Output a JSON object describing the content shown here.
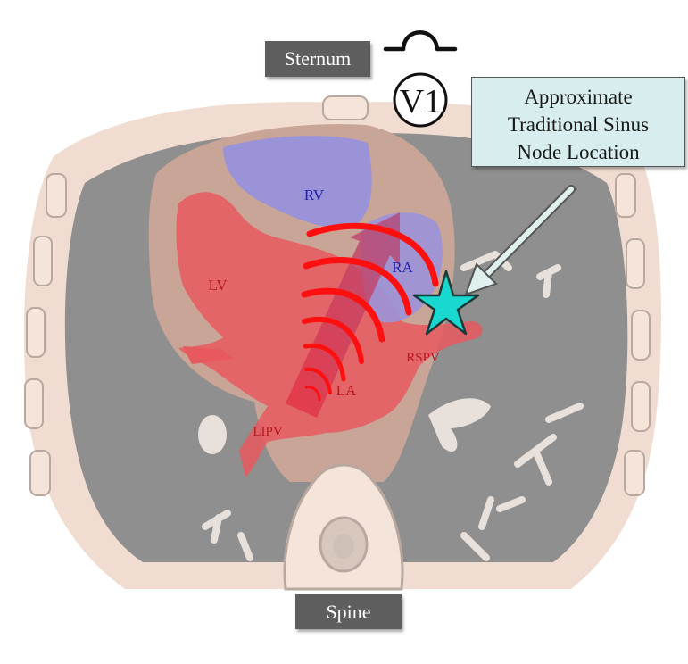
{
  "labels": {
    "sternum": "Sternum",
    "spine": "Spine",
    "lead": "V1"
  },
  "callout": {
    "line1": "Approximate",
    "line2": "Traditional Sinus",
    "line3": "Node Location"
  },
  "chambers": {
    "rv": "RV",
    "lv": "LV",
    "ra": "RA",
    "la": "LA",
    "rspv": "RSPV",
    "lipv": "LIPV"
  },
  "colors": {
    "body_tan": "#f0dcd0",
    "lung_gray": "#8f8f8f",
    "heart_red": "#e8595f",
    "right_heart_purple": "#9b93d8",
    "wavefront_red": "#ff1010",
    "star_cyan": "#18d8d0",
    "label_box": "#5e5e5e",
    "callout_fill": "#d8eeee"
  },
  "icons": {
    "lead_symbol": "ecg-p-wave-icon",
    "star": "star-icon",
    "callout_arrow": "arrow-icon"
  }
}
